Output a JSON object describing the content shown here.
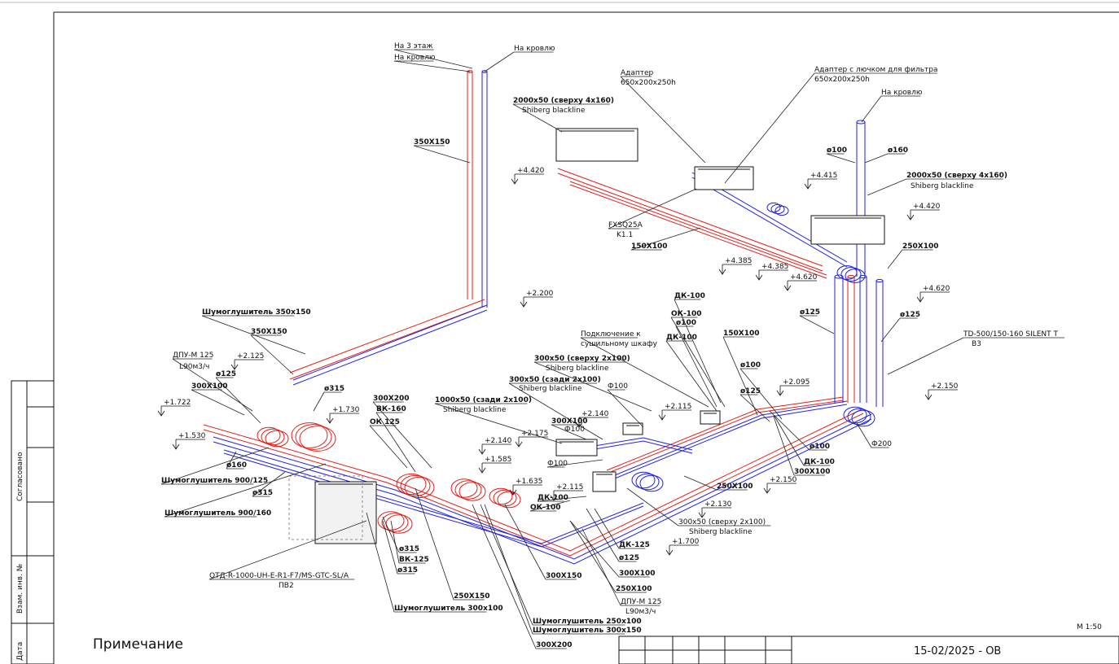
{
  "sheet": {
    "note_title": "Примечание",
    "doc_code": "15-02/2025 - ОВ",
    "scale": "М 1:50",
    "side_labels": [
      "Согласовано",
      "Взам. инв. №",
      "Дата"
    ]
  },
  "diagram": {
    "callouts": [
      "На 3 этаж",
      "На кровлю",
      "На кровлю",
      "350X150",
      "Адаптер",
      "650x200x250h",
      "Адаптер с лючком для фильтра",
      "650x200x250h",
      "На кровлю",
      "2000x50 (сверху 4x160)",
      "Shiberg blackline",
      "ø100",
      "ø160",
      "2000x50 (сверху 4x160)",
      "Shiberg blackline",
      "FXSQ25A",
      "K1.1",
      "150X100",
      "250X100",
      "Шумоглушитель 350x150",
      "350X150",
      "ДПУ-М 125",
      "L90м3/ч",
      "ø125",
      "300X100",
      "ø315",
      "ДК-100",
      "ОК-100",
      "ø100",
      "ДК-100",
      "Подключение к",
      "сушильному шкафу",
      "300x50 (сверху 2x100)",
      "Shiberg blackline",
      "150X100",
      "ø125",
      "300x50 (сзади 2x100)",
      "Shiberg blackline",
      "ø125",
      "TD-500/150-160 SILENT T",
      "В3",
      "Ф100",
      "1000x50 (сзади 2x100)",
      "Shiberg blackline",
      "300X200",
      "ВК-160",
      "ОК 125",
      "300X100",
      "Ф100",
      "ø100",
      "ø125",
      "ø100",
      "ДК-100",
      "300X100",
      "Ф200",
      "ø160",
      "Шумоглушитель 900/125",
      "ø315",
      "Шумоглушитель 900/160",
      "Ф100",
      "250X100",
      "ДК-100",
      "ОК-100",
      "300x50 (сверху 2x100)",
      "Shiberg blackline",
      "ДК-125",
      "ø125",
      "300X100",
      "250X100",
      "ДПУ-М 125",
      "L90м3/ч",
      "ø315",
      "ВК-125",
      "ø315",
      "ОТД-R-1000-UH-E-R1-F7/MS-GTC-SL/A",
      "ПВ2",
      "250X150",
      "Шумоглушитель 300x100",
      "300X150",
      "Шумоглушитель 250x100",
      "Шумоглушитель 300x150",
      "300X200"
    ],
    "elevations": [
      "+4.420",
      "+4.415",
      "+4.420",
      "+4.385",
      "+4.385",
      "+4.620",
      "+4.620",
      "+2.200",
      "+2.125",
      "+1.722",
      "+1.730",
      "+1.530",
      "+2.095",
      "+2.150",
      "+2.115",
      "+2.140",
      "+2.175",
      "+2.140",
      "+1.585",
      "+1.635",
      "+2.115",
      "+2.130",
      "+2.150",
      "+1.700"
    ]
  },
  "colors": {
    "supply": "#e0201a",
    "exhaust": "#2222e0",
    "line": "#111111"
  }
}
